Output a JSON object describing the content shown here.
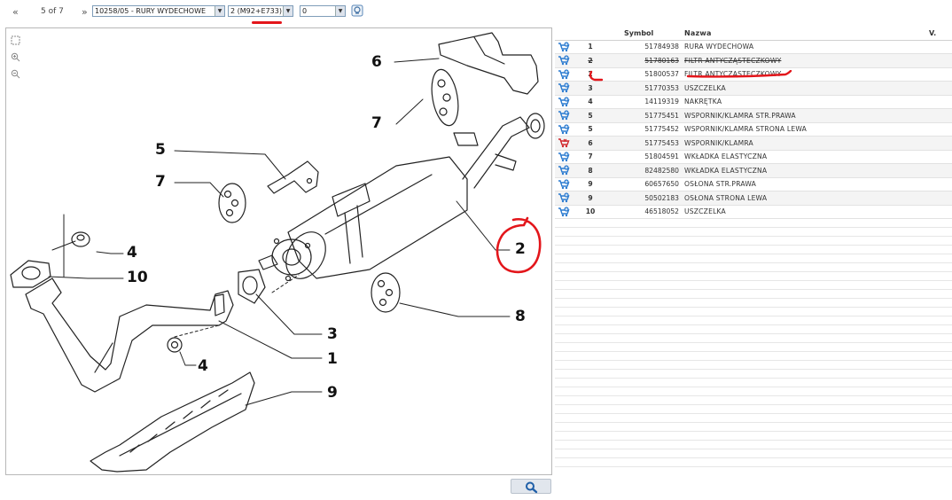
{
  "toolbar": {
    "prev_label": "«",
    "page_indicator": "5 of 7",
    "next_label": "»",
    "group_select": "10258/05 - RURY WYDECHOWE",
    "variant_select": "2 (M92+E733)",
    "extra_select": "0"
  },
  "diagram": {
    "callouts": [
      "6",
      "7",
      "5",
      "7",
      "4",
      "10",
      "2",
      "8",
      "3",
      "1",
      "4",
      "9"
    ]
  },
  "parts": {
    "columns": {
      "icon": "",
      "num": "",
      "symbol": "Symbol",
      "name": "Nazwa",
      "v": "V."
    },
    "rows": [
      {
        "num": "1",
        "symbol": "51784938",
        "name": "RURA WYDECHOWA",
        "struck": false,
        "icon": "cart-add-icon"
      },
      {
        "num": "2",
        "symbol": "51780163",
        "name": "FILTR ANTYCZĄSTECZKOWY",
        "struck": true,
        "icon": "cart-add-icon"
      },
      {
        "num": "2",
        "symbol": "51800537",
        "name": "FILTR ANTYCZĄSTECZKOWY",
        "struck": false,
        "icon": "cart-add-icon"
      },
      {
        "num": "3",
        "symbol": "51770353",
        "name": "USZCZELKA",
        "struck": false,
        "icon": "cart-add-icon"
      },
      {
        "num": "4",
        "symbol": "14119319",
        "name": "NAKRĘTKA",
        "struck": false,
        "icon": "cart-add-icon"
      },
      {
        "num": "5",
        "symbol": "51775451",
        "name": "WSPORNIK/KLAMRA STR.PRAWA",
        "struck": false,
        "icon": "cart-add-icon"
      },
      {
        "num": "5",
        "symbol": "51775452",
        "name": "WSPORNIK/KLAMRA STRONA LEWA",
        "struck": false,
        "icon": "cart-add-icon"
      },
      {
        "num": "6",
        "symbol": "51775453",
        "name": "WSPORNIK/KLAMRA",
        "struck": false,
        "icon": "cart-unavailable-icon"
      },
      {
        "num": "7",
        "symbol": "51804591",
        "name": "WKŁADKA ELASTYCZNA",
        "struck": false,
        "icon": "cart-add-icon"
      },
      {
        "num": "8",
        "symbol": "82482580",
        "name": "WKŁADKA ELASTYCZNA",
        "struck": false,
        "icon": "cart-add-icon"
      },
      {
        "num": "9",
        "symbol": "60657650",
        "name": "OSŁONA STR.PRAWA",
        "struck": false,
        "icon": "cart-add-icon"
      },
      {
        "num": "9",
        "symbol": "50502183",
        "name": "OSŁONA STRONA LEWA",
        "struck": false,
        "icon": "cart-add-icon"
      },
      {
        "num": "10",
        "symbol": "46518052",
        "name": "USZCZELKA",
        "struck": false,
        "icon": "cart-add-icon"
      }
    ]
  },
  "colors": {
    "annotation": "#e3161b",
    "cart_add": "#2b7bd0",
    "cart_unavailable": "#d0262b"
  }
}
